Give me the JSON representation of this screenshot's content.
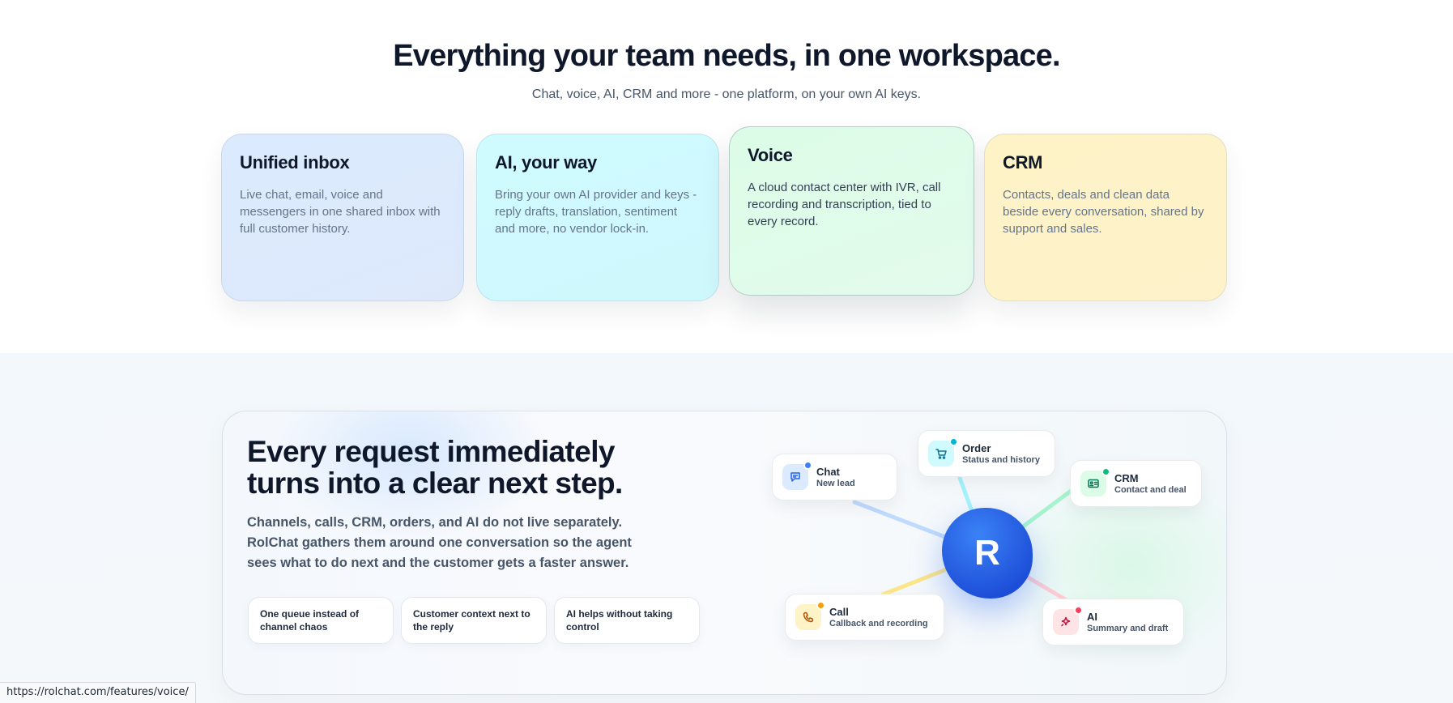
{
  "hero": {
    "title": "Everything your team needs, in one workspace.",
    "subtitle": "Chat, voice, AI, CRM and more - one platform, on your own AI keys."
  },
  "cards": [
    {
      "title": "Unified inbox",
      "text": "Live chat, email, voice and messengers in one shared inbox with full customer history."
    },
    {
      "title": "AI, your way",
      "text": "Bring your own AI provider and keys - reply drafts, translation, sentiment and more, no vendor lock-in."
    },
    {
      "title": "Voice",
      "text": "A cloud contact center with IVR, call recording and transcription, tied to every record."
    },
    {
      "title": "CRM",
      "text": "Contacts, deals and clean data beside every conversation, shared by support and sales."
    }
  ],
  "feature": {
    "title": "Every request immediately turns into a clear next step.",
    "description": "Channels, calls, CRM, orders, and AI do not live separately. RolChat gathers them around one conversation so the agent sees what to do next and the customer gets a faster answer.",
    "pills": [
      "One queue instead of channel chaos",
      "Customer context next to the reply",
      "AI helps without taking control"
    ],
    "hub_letter": "R",
    "nodes": [
      {
        "key": "chat",
        "title": "Chat",
        "subtitle": "New lead",
        "icon": "chat-icon",
        "color": "#3b82f6"
      },
      {
        "key": "order",
        "title": "Order",
        "subtitle": "Status and history",
        "icon": "cart-icon",
        "color": "#06b6d4"
      },
      {
        "key": "crm",
        "title": "CRM",
        "subtitle": "Contact and deal",
        "icon": "contact-card-icon",
        "color": "#10b981"
      },
      {
        "key": "call",
        "title": "Call",
        "subtitle": "Callback and recording",
        "icon": "phone-icon",
        "color": "#f59e0b"
      },
      {
        "key": "ai",
        "title": "AI",
        "subtitle": "Summary and draft",
        "icon": "sparkle-icon",
        "color": "#f43f5e"
      }
    ]
  },
  "statusbar": {
    "url": "https://rolchat.com/features/voice/"
  }
}
